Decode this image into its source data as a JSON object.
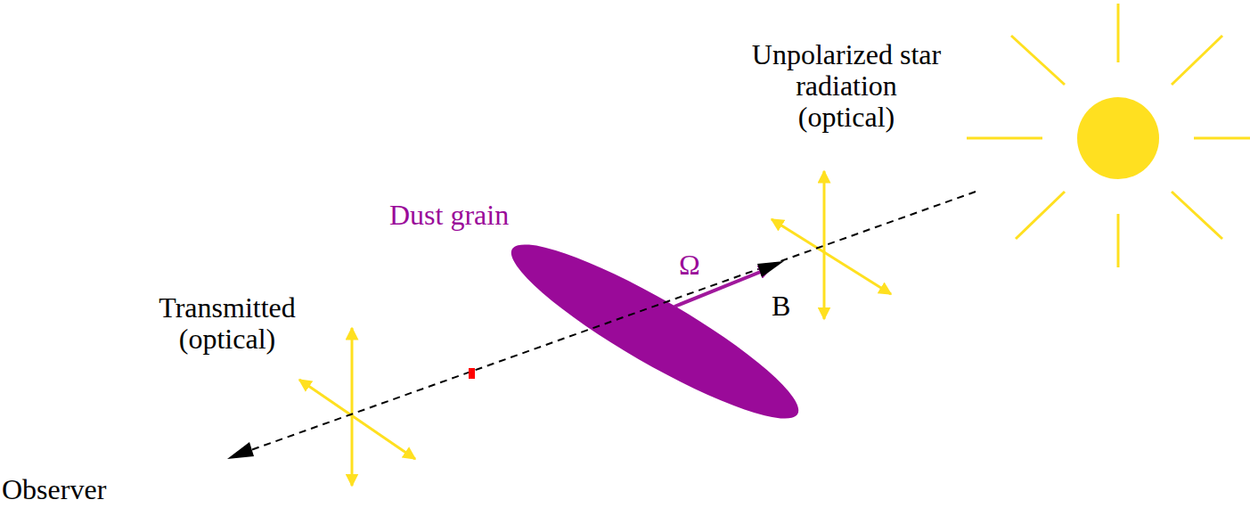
{
  "diagram": {
    "labels": [
      "Unpolarized star radiation (optical)",
      "Dust grain",
      "Ω",
      "B",
      "Transmitted (optical)",
      "Observer"
    ]
  }
}
